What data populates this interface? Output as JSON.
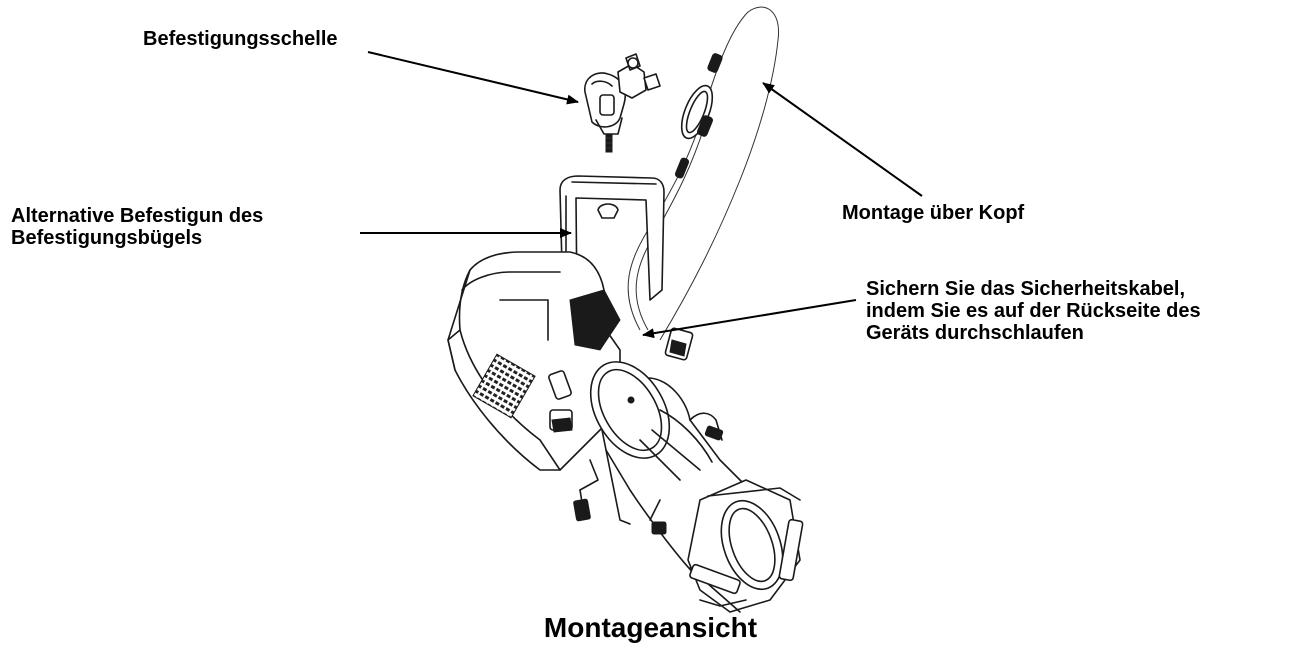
{
  "labels": {
    "clamp": "Befestigungsschelle",
    "alternative_line1": "Alternative Befestigun des",
    "alternative_line2": "Befestigungsbügels",
    "overhead": "Montage über Kopf",
    "safety_line1": "Sichern Sie das Sicherheitskabel,",
    "safety_line2": "indem Sie es auf der Rückseite des",
    "safety_line3": "Geräts durchschlaufen"
  },
  "caption": "Montageansicht"
}
